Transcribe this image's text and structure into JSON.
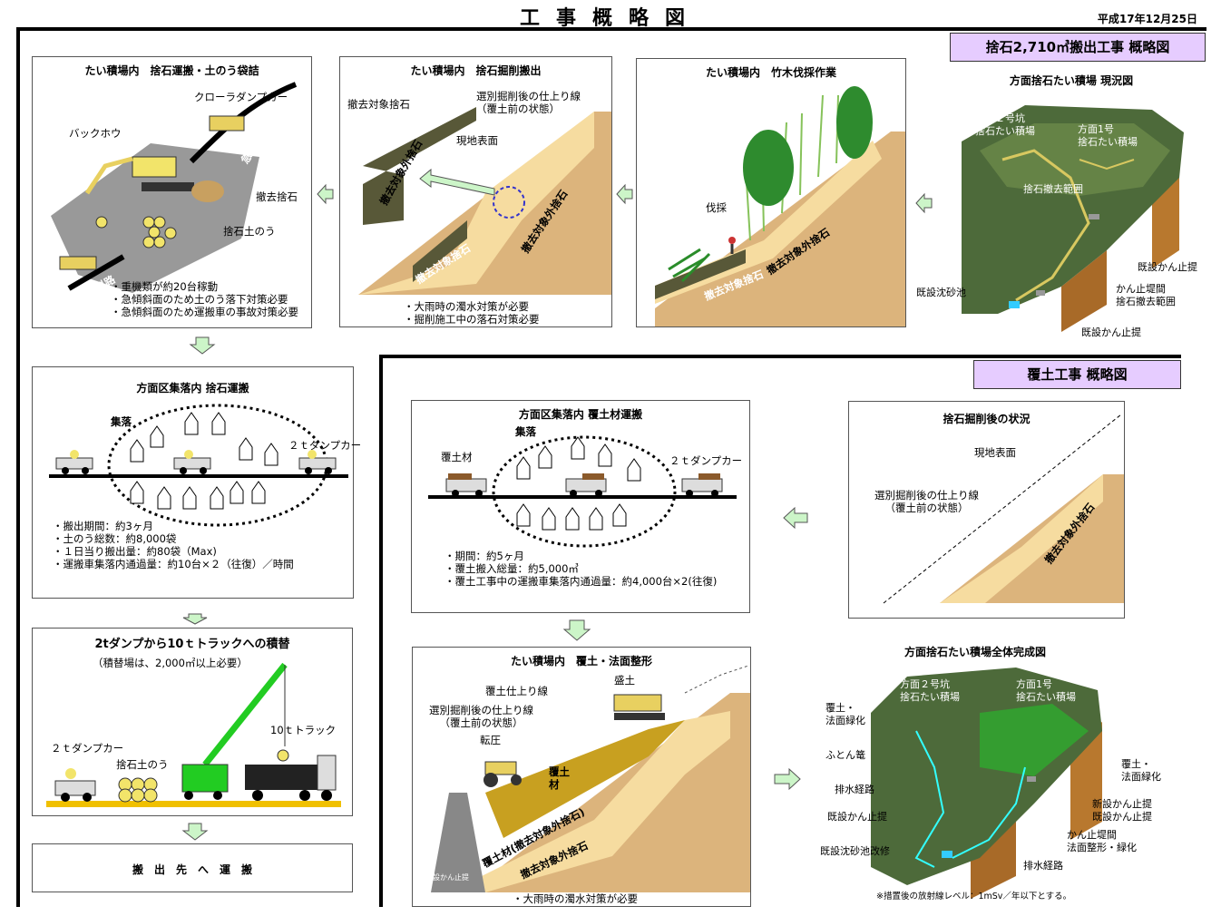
{
  "header": {
    "title": "工事概略図",
    "date": "平成17年12月25日"
  },
  "sections": {
    "top": "捨石2,710㎥搬出工事 概略図",
    "cover": "覆土工事 概略図"
  },
  "p_status": {
    "title": "方面捨石たい積場 現況図",
    "labels": [
      "方面２号坑\n捨石たい積場",
      "方面1号\n捨石たい積場",
      "捨石撤去範囲",
      "既設かん止提",
      "かん止堤間\n捨石撤去範囲",
      "既設沈砂池",
      "既設かん止提"
    ]
  },
  "p_bamboo": {
    "title": "たい積場内　竹木伐採作業",
    "labels": [
      "伐採",
      "撤去対象捨石",
      "撤去対象外捨石"
    ]
  },
  "p_dig": {
    "title": "たい積場内　捨石掘削搬出",
    "labels": [
      "撤去対象捨石",
      "選別掘削後の仕上り線\n（覆土前の状態）",
      "現地表面",
      "撤去対象外捨石",
      "撤去対象捨石",
      "撤去対象外捨石"
    ],
    "notes": [
      "・大雨時の濁水対策が必要",
      "・掘削施工中の落石対策必要"
    ]
  },
  "p_load": {
    "title": "たい積場内　捨石運搬・土のう袋詰",
    "labels": [
      "クローラダンプカー",
      "バックホウ",
      "急傾斜路",
      "撤去捨石",
      "捨石土のう",
      "急傾斜路"
    ],
    "notes": [
      "・重機類が約20台稼動",
      "・急傾斜面のため土のう落下対策必要",
      "・急傾斜面のため運搬車の事故対策必要"
    ]
  },
  "p_village1": {
    "title": "方面区集落内 捨石運搬",
    "labels": [
      "集落",
      "２ｔダンプカー"
    ],
    "notes": [
      "・搬出期間：約3ヶ月",
      "・土のう総数：約8,000袋",
      "・１日当り搬出量：約80袋（Max)",
      "・運搬車集落内通過量：約10台×２（往復）／時間"
    ]
  },
  "p_transfer": {
    "title": "2tダンプから10ｔトラックへの積替",
    "sub": "（積替場は、2,000㎡以上必要）",
    "labels": [
      "10ｔトラック",
      "２ｔダンプカー",
      "捨石土のう"
    ]
  },
  "p_dest": {
    "title": "搬　出　先　へ　運　搬"
  },
  "p_village2": {
    "title": "方面区集落内 覆土材運搬",
    "labels": [
      "集落",
      "覆土材",
      "２ｔダンプカー"
    ],
    "notes": [
      "・期間：約5ヶ月",
      "・覆土搬入総量：約5,000㎥",
      "・覆土工事中の運搬車集落内通過量：約4,000台×2(往復)"
    ]
  },
  "p_after": {
    "title": "捨石掘削後の状況",
    "labels": [
      "現地表面",
      "選別掘削後の仕上り線\n（覆土前の状態）",
      "撤去対象外捨石"
    ]
  },
  "p_cover": {
    "title": "たい積場内　覆土・法面整形",
    "labels": [
      "盛土",
      "覆土仕上り線",
      "選別掘削後の仕上り線\n（覆土前の状態）",
      "転圧",
      "覆土\n材",
      "覆土材(撤去対象外捨石)",
      "撤去対象外捨石",
      "新設かん止提"
    ],
    "notes": [
      "・大雨時の濁水対策が必要"
    ]
  },
  "p_complete": {
    "title": "方面捨石たい積場全体完成図",
    "labels": [
      "方面２号坑\n捨石たい積場",
      "方面1号\n捨石たい積場",
      "覆土・\n法面緑化",
      "ふとん篭",
      "排水経路",
      "既設かん止提",
      "既設沈砂池改修",
      "覆土・\n法面緑化",
      "新設かん止提\n既設かん止提",
      "かん止堤間\n法面整形・緑化",
      "排水経路"
    ],
    "note": "※措置後の放射線レベル：1mSv／年以下とする。"
  },
  "colors": {
    "soil": "#dcb47c",
    "fill": "#f6dca0",
    "rock": "#585838",
    "section": "#e6ccff",
    "arrow": "#ccf5c8"
  }
}
